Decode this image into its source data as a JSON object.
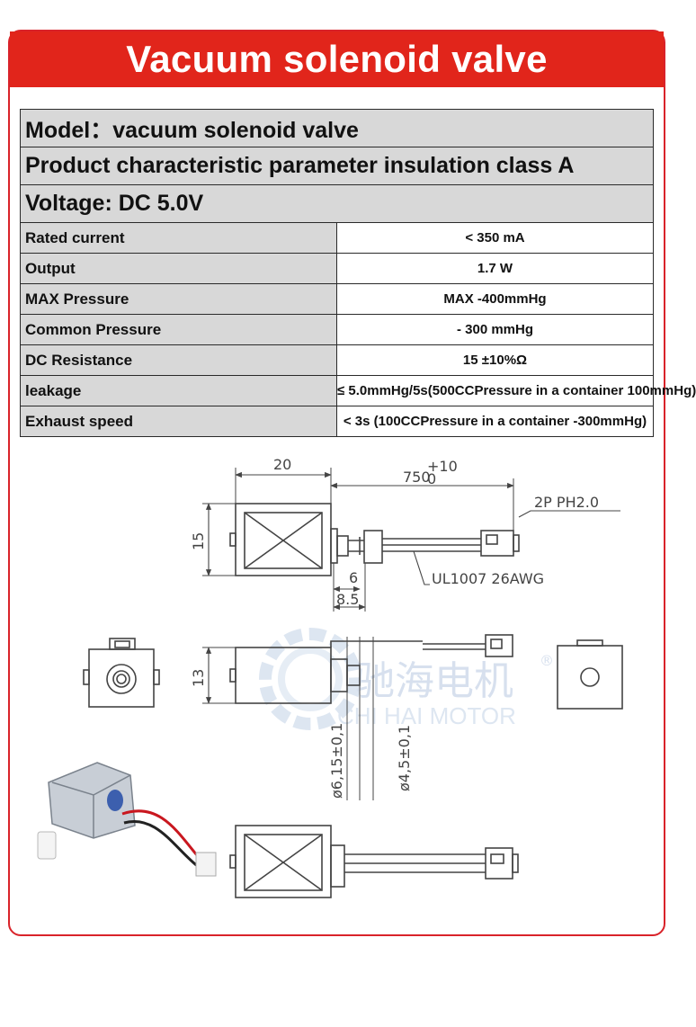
{
  "banner": {
    "title": "Vacuum solenoid valve"
  },
  "headers": {
    "model": "Model：vacuum solenoid valve",
    "characteristic": "Product characteristic parameter insulation class A",
    "voltage": "Voltage: DC 5.0V"
  },
  "specs": [
    {
      "label": "Rated current",
      "value": "< 350 mA"
    },
    {
      "label": "Output",
      "value": "1.7 W"
    },
    {
      "label": "MAX Pressure",
      "value": "MAX -400mmHg"
    },
    {
      "label": "Common Pressure",
      "value": "- 300 mmHg"
    },
    {
      "label": "DC Resistance",
      "value": "15 ±10%Ω"
    },
    {
      "label": "leakage",
      "value": "≤ 5.0mmHg/5s(500CCPressure in a container 100mmHg)"
    },
    {
      "label": "Exhaust speed",
      "value": "< 3s (100CCPressure in a container -300mmHg)"
    }
  ],
  "drawing": {
    "width_dim": "20",
    "cable_dim": "750",
    "cable_tol_upper": "+10",
    "cable_tol_lower": "0",
    "connector": "2P PH2.0",
    "height_dim": "15",
    "nozzle_dim": "6",
    "body_offset_dim": "8.5",
    "wire_spec": "UL1007 26AWG",
    "side_height_dim": "13",
    "dia_outer": "ø6,15±0,1",
    "dia_inner": "ø4,5±0,1"
  },
  "watermark": {
    "cn": "驰海电机",
    "en": "CHI HAI MOTOR",
    "reg": "®"
  }
}
